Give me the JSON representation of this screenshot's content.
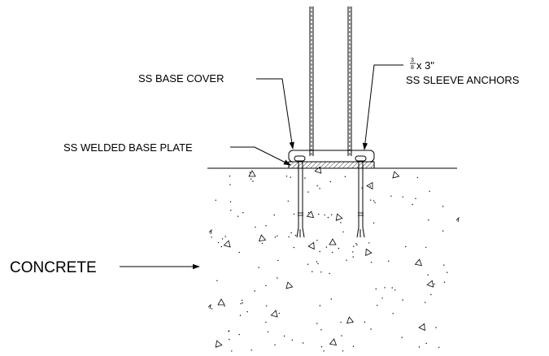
{
  "drawing": {
    "labels": {
      "base_cover": "SS BASE COVER",
      "anchor_size": "x 3\"",
      "anchor_frac_num": "3",
      "anchor_frac_den": "8",
      "anchors": "SS SLEEVE ANCHORS",
      "base_plate": "SS WELDED BASE PLATE",
      "concrete": "CONCRETE"
    },
    "colors": {
      "line": "#000000",
      "background": "#ffffff"
    }
  }
}
